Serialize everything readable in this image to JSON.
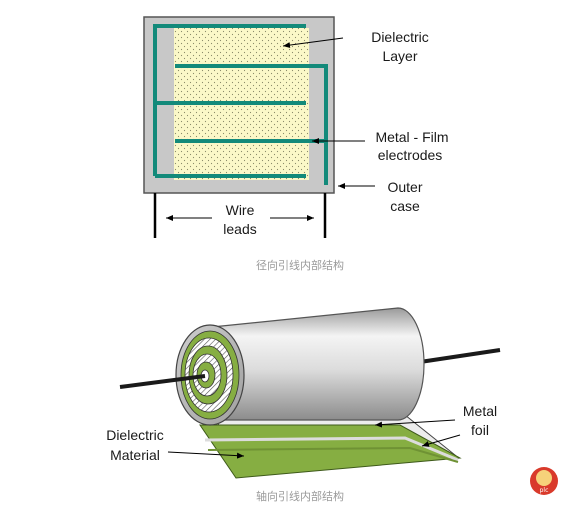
{
  "top_diagram": {
    "labels": {
      "dielectric_line1": "Dielectric",
      "dielectric_line2": "Layer",
      "electrodes_line1": "Metal - Film",
      "electrodes_line2": "electrodes",
      "case_line1": "Outer",
      "case_line2": "case",
      "wire_line1": "Wire",
      "wire_line2": "leads"
    },
    "caption": "径向引线内部结构"
  },
  "bottom_diagram": {
    "labels": {
      "foil_line1": "Metal",
      "foil_line2": "foil",
      "material_line1": "Dielectric",
      "material_line2": "Material"
    },
    "caption": "轴向引线内部结构"
  },
  "watermark": "plc"
}
